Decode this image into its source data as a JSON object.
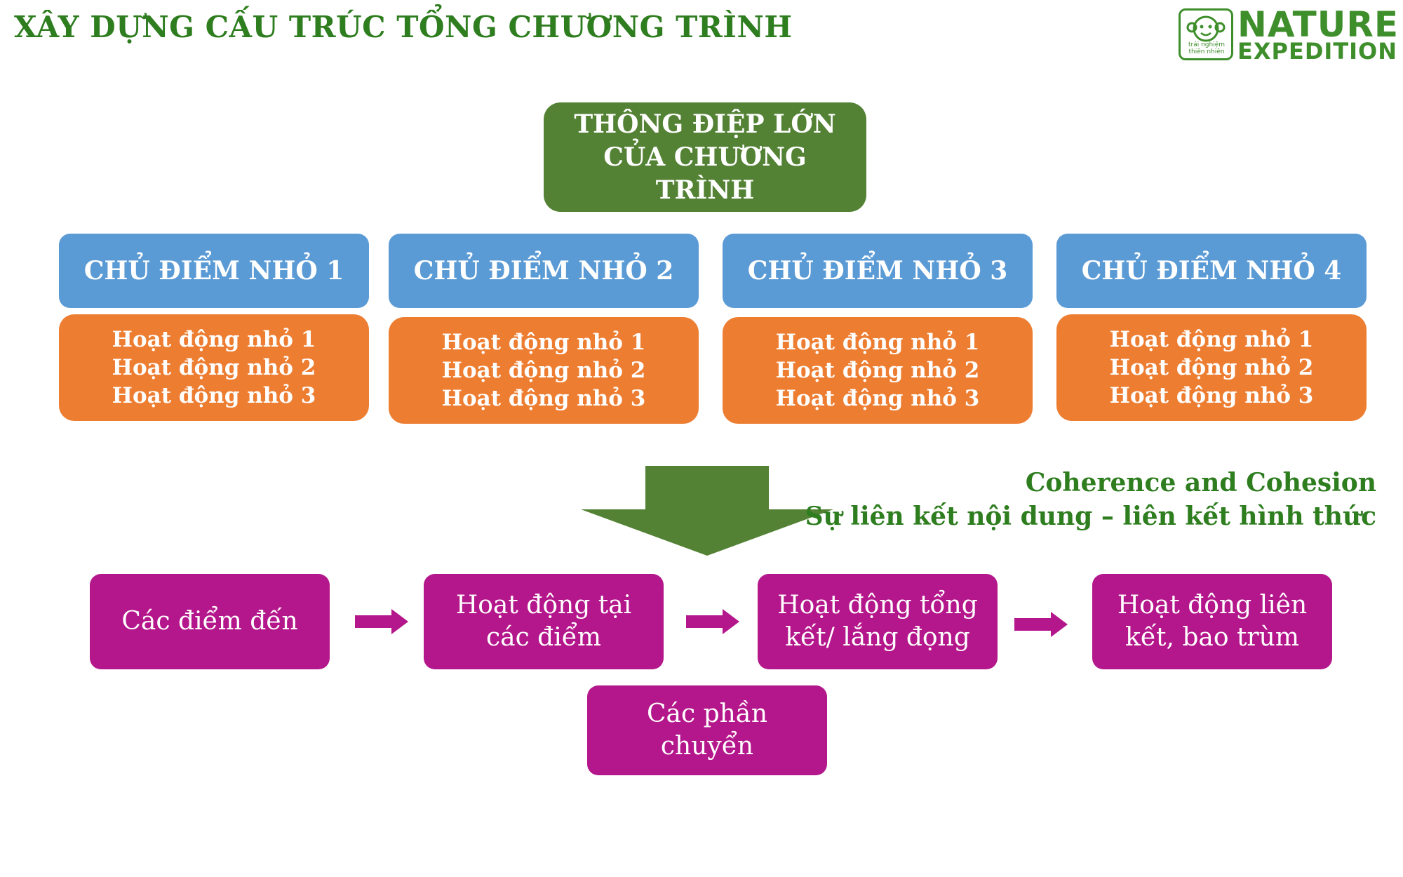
{
  "title": "XÂY DỰNG CẤU TRÚC TỔNG CHƯƠNG TRÌNH",
  "logo": {
    "name_line1": "NATURE",
    "name_line2": "EXPEDITION",
    "tagline": "trải nghiệm thiên nhiên",
    "color": "#3e8e2b"
  },
  "main_message": "THÔNG ĐIỆP LỚN CỦA CHƯƠNG TRÌNH",
  "topics": [
    {
      "label": "CHỦ ĐIỂM NHỎ 1",
      "activities": [
        "Hoạt động nhỏ 1",
        "Hoạt động nhỏ 2",
        "Hoạt động nhỏ 3"
      ]
    },
    {
      "label": "CHỦ ĐIỂM NHỎ 2",
      "activities": [
        "Hoạt động nhỏ 1",
        "Hoạt động nhỏ 2",
        "Hoạt động nhỏ 3"
      ]
    },
    {
      "label": "CHỦ ĐIỂM NHỎ 3",
      "activities": [
        "Hoạt động nhỏ 1",
        "Hoạt động nhỏ 2",
        "Hoạt động nhỏ 3"
      ]
    },
    {
      "label": "CHỦ ĐIỂM NHỎ 4",
      "activities": [
        "Hoạt động nhỏ 1",
        "Hoạt động nhỏ 2",
        "Hoạt động nhỏ 3"
      ]
    }
  ],
  "cohesion": {
    "line1": "Coherence and Cohesion",
    "line2": "Sự liên kết nội dung – liên kết hình thức"
  },
  "flow": [
    "Các điểm đến",
    "Hoạt động tại các điểm",
    "Hoạt động tổng kết/ lắng đọng",
    "Hoạt động liên kết, bao trùm"
  ],
  "transitions": "Các phần chuyển",
  "colors": {
    "title_green": "#2e7d1f",
    "main_green": "#548235",
    "topic_blue": "#5b9bd5",
    "activity_orange": "#ed7d31",
    "flow_magenta": "#b4178b"
  }
}
